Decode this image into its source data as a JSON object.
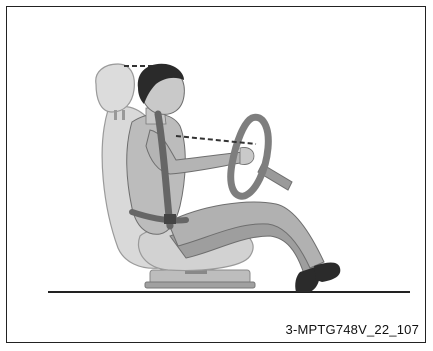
{
  "figure": {
    "code": "3-MPTG748V_22_107"
  },
  "colors": {
    "border": "#222222",
    "ground_line": "#222222",
    "seat_light": "#dcdcdc",
    "seat_mid": "#c4c4c4",
    "seat_dark": "#9a9a9a",
    "skin": "#c8c8c8",
    "hair": "#2a2a2a",
    "shirt": "#b8b8b8",
    "pants": "#a9a9a9",
    "shoe": "#2b2b2b",
    "belt": "#666666",
    "wheel": "#8a8a8a",
    "guide_line": "#333333"
  },
  "icons": [
    "driver-figure",
    "car-seat",
    "steering-wheel",
    "headrest",
    "seat-belt"
  ]
}
